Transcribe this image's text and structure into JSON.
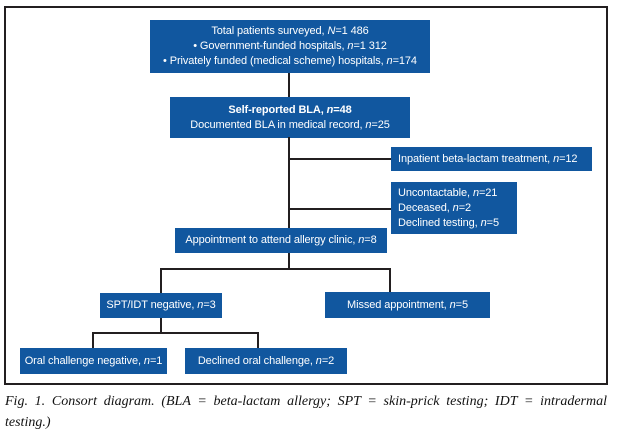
{
  "colors": {
    "box_fill": "#11579f",
    "box_text": "#ffffff",
    "line": "#231f20",
    "caption_text": "#111111"
  },
  "boxes": {
    "total": {
      "lines": [
        [
          {
            "t": "Total patients surveyed, "
          },
          {
            "t": "N",
            "i": true
          },
          {
            "t": "=1 486"
          }
        ],
        [
          {
            "t": "• Government-funded hospitals, "
          },
          {
            "t": "n",
            "i": true
          },
          {
            "t": "=1 312"
          }
        ],
        [
          {
            "t": "• Privately funded (medical scheme) hospitals, "
          },
          {
            "t": "n",
            "i": true
          },
          {
            "t": "=174"
          }
        ]
      ]
    },
    "self_reported": {
      "lines": [
        [
          {
            "t": "Self-reported BLA, ",
            "b": true
          },
          {
            "t": "n",
            "i": true,
            "b": true
          },
          {
            "t": "=48",
            "b": true
          }
        ],
        [
          {
            "t": "Documented BLA in medical record, "
          },
          {
            "t": "n",
            "i": true
          },
          {
            "t": "=25"
          }
        ]
      ]
    },
    "inpatient": {
      "lines": [
        [
          {
            "t": "Inpatient beta-lactam treatment, "
          },
          {
            "t": "n",
            "i": true
          },
          {
            "t": "=12"
          }
        ]
      ]
    },
    "lost": {
      "lines": [
        [
          {
            "t": "Uncontactable, "
          },
          {
            "t": "n",
            "i": true
          },
          {
            "t": "=21"
          }
        ],
        [
          {
            "t": "Deceased, "
          },
          {
            "t": "n",
            "i": true
          },
          {
            "t": "=2"
          }
        ],
        [
          {
            "t": "Declined testing, "
          },
          {
            "t": "n",
            "i": true
          },
          {
            "t": "=5"
          }
        ]
      ]
    },
    "appointment": {
      "lines": [
        [
          {
            "t": "Appointment to attend allergy clinic, "
          },
          {
            "t": "n",
            "i": true
          },
          {
            "t": "=8"
          }
        ]
      ]
    },
    "spt": {
      "lines": [
        [
          {
            "t": "SPT/IDT negative, "
          },
          {
            "t": "n",
            "i": true
          },
          {
            "t": "=3"
          }
        ]
      ]
    },
    "missed": {
      "lines": [
        [
          {
            "t": "Missed appointment, "
          },
          {
            "t": "n",
            "i": true
          },
          {
            "t": "=5"
          }
        ]
      ]
    },
    "oral_negative": {
      "lines": [
        [
          {
            "t": "Oral challenge negative, "
          },
          {
            "t": "n",
            "i": true
          },
          {
            "t": "=1"
          }
        ]
      ]
    },
    "declined_oral": {
      "lines": [
        [
          {
            "t": "Declined oral challenge, "
          },
          {
            "t": "n",
            "i": true
          },
          {
            "t": "=2"
          }
        ]
      ]
    }
  },
  "caption": {
    "line1": "Fig. 1. Consort diagram. (BLA = beta-lactam allergy; SPT = skin-prick testing; IDT = intradermal",
    "line2": "testing.)"
  }
}
